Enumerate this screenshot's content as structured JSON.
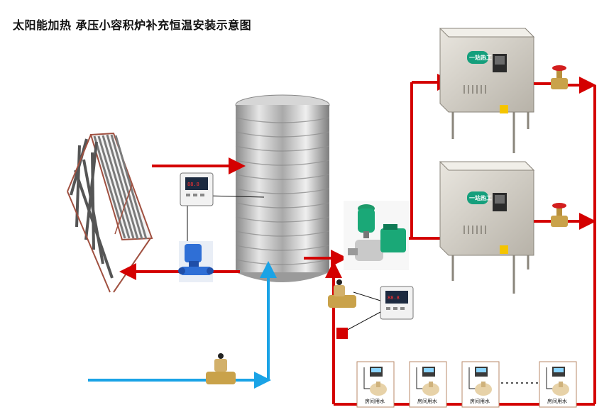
{
  "title": "太阳能加热  承压小容积炉补充恒温安装示意图",
  "heater_brand": "一站热工",
  "tap_label": "房间用水",
  "colors": {
    "hot_pipe": "#d40000",
    "cold_pipe": "#1aa3e6",
    "pump_blue": "#2f6fd6",
    "stainless": "#bdbdbd",
    "brass": "#c9a24a"
  }
}
